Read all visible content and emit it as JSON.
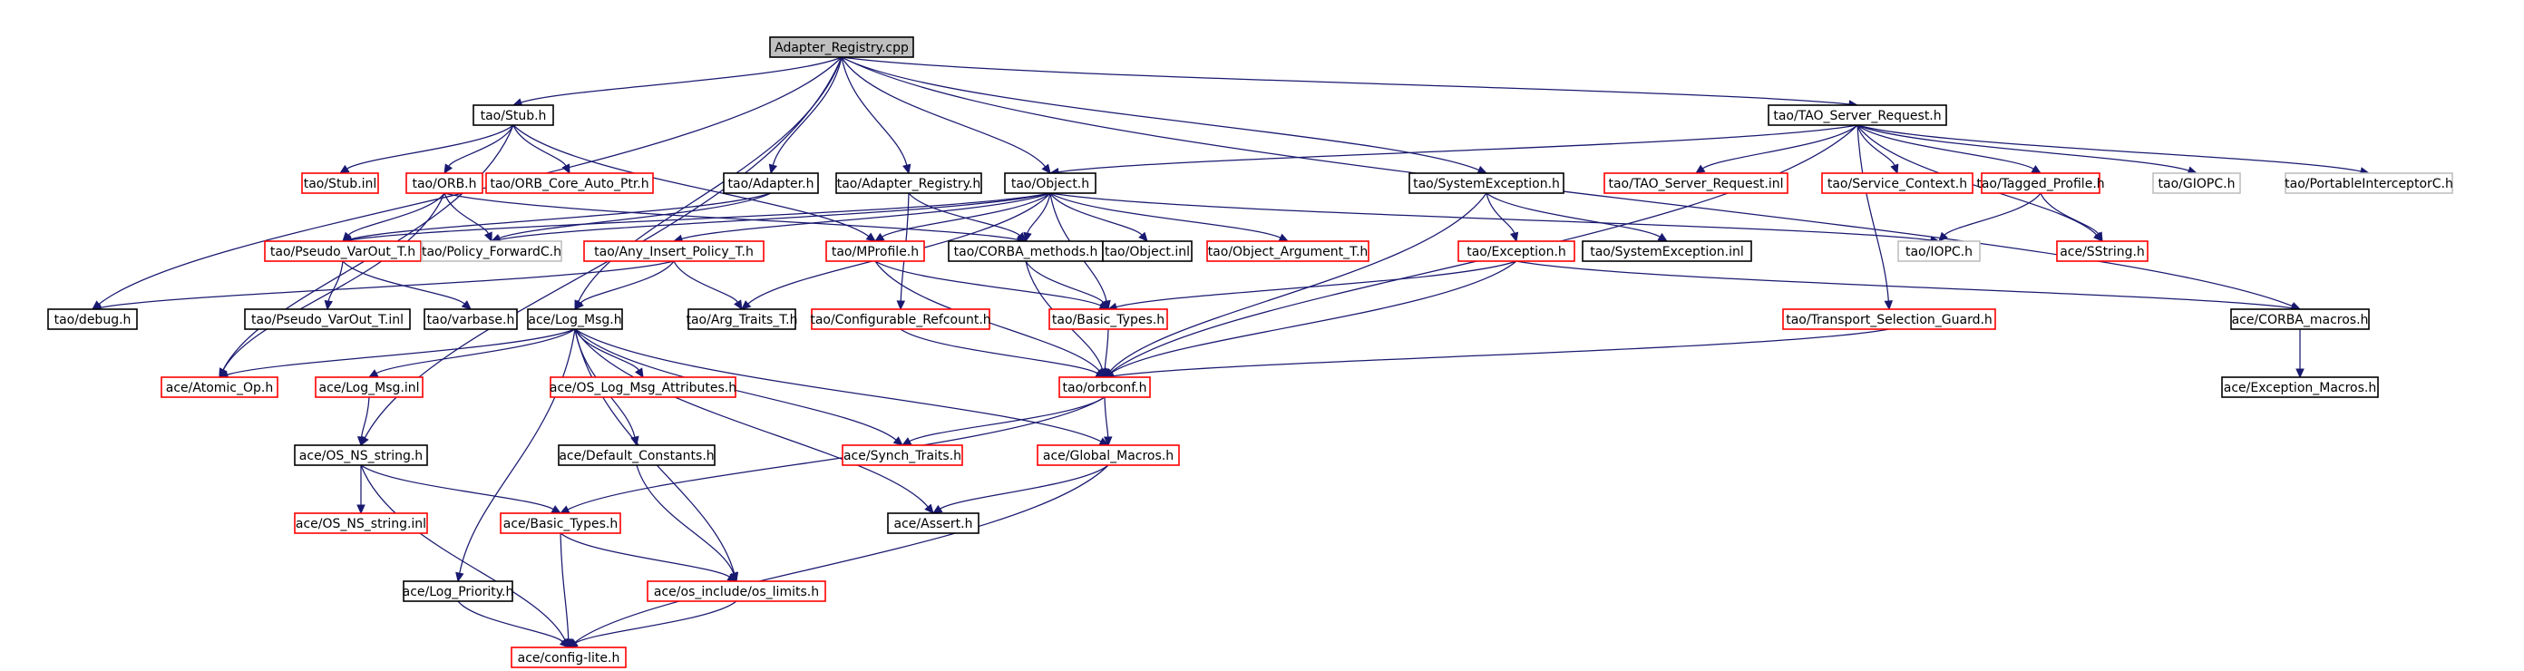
{
  "graph": {
    "colors": {
      "root_fill": "#bfbfbf",
      "black_border": "#000000",
      "red_border": "#ff0000",
      "gray_border": "#bfbfbf",
      "edge": "#191970"
    },
    "nodes": [
      {
        "id": "root",
        "label": "Adapter_Registry.cpp",
        "style": "root"
      },
      {
        "id": "stub",
        "label": "tao/Stub.h",
        "style": "black"
      },
      {
        "id": "tsr",
        "label": "tao/TAO_Server_Request.h",
        "style": "black"
      },
      {
        "id": "stubinl",
        "label": "tao/Stub.inl",
        "style": "red"
      },
      {
        "id": "orb",
        "label": "tao/ORB.h",
        "style": "red"
      },
      {
        "id": "orbcore",
        "label": "tao/ORB_Core_Auto_Ptr.h",
        "style": "red"
      },
      {
        "id": "adapter",
        "label": "tao/Adapter.h",
        "style": "black"
      },
      {
        "id": "adreg",
        "label": "tao/Adapter_Registry.h",
        "style": "black"
      },
      {
        "id": "object",
        "label": "tao/Object.h",
        "style": "black"
      },
      {
        "id": "sysexc",
        "label": "tao/SystemException.h",
        "style": "black"
      },
      {
        "id": "tsrinl",
        "label": "tao/TAO_Server_Request.inl",
        "style": "red"
      },
      {
        "id": "svcctx",
        "label": "tao/Service_Context.h",
        "style": "red"
      },
      {
        "id": "tagprof",
        "label": "tao/Tagged_Profile.h",
        "style": "red"
      },
      {
        "id": "giopc",
        "label": "tao/GIOPC.h",
        "style": "gray"
      },
      {
        "id": "pic",
        "label": "tao/PortableInterceptorC.h",
        "style": "gray"
      },
      {
        "id": "pvarout",
        "label": "tao/Pseudo_VarOut_T.h",
        "style": "red"
      },
      {
        "id": "polfwd",
        "label": "tao/Policy_ForwardC.h",
        "style": "gray"
      },
      {
        "id": "anyins",
        "label": "tao/Any_Insert_Policy_T.h",
        "style": "red"
      },
      {
        "id": "mprofile",
        "label": "tao/MProfile.h",
        "style": "red"
      },
      {
        "id": "corbameth",
        "label": "tao/CORBA_methods.h",
        "style": "black"
      },
      {
        "id": "objinl",
        "label": "tao/Object.inl",
        "style": "black"
      },
      {
        "id": "objarg",
        "label": "tao/Object_Argument_T.h",
        "style": "red"
      },
      {
        "id": "exception",
        "label": "tao/Exception.h",
        "style": "red"
      },
      {
        "id": "sysexcinl",
        "label": "tao/SystemException.inl",
        "style": "black"
      },
      {
        "id": "iopc",
        "label": "tao/IOPC.h",
        "style": "gray"
      },
      {
        "id": "sstring",
        "label": "ace/SString.h",
        "style": "red"
      },
      {
        "id": "debug",
        "label": "tao/debug.h",
        "style": "black"
      },
      {
        "id": "pvaroutinl",
        "label": "tao/Pseudo_VarOut_T.inl",
        "style": "black"
      },
      {
        "id": "varbase",
        "label": "tao/varbase.h",
        "style": "black"
      },
      {
        "id": "logmsg",
        "label": "ace/Log_Msg.h",
        "style": "black"
      },
      {
        "id": "argtraits",
        "label": "tao/Arg_Traits_T.h",
        "style": "black"
      },
      {
        "id": "confref",
        "label": "tao/Configurable_Refcount.h",
        "style": "red"
      },
      {
        "id": "basictypes_tao",
        "label": "tao/Basic_Types.h",
        "style": "red"
      },
      {
        "id": "transsel",
        "label": "tao/Transport_Selection_Guard.h",
        "style": "red"
      },
      {
        "id": "corbamacros",
        "label": "ace/CORBA_macros.h",
        "style": "black"
      },
      {
        "id": "atomic",
        "label": "ace/Atomic_Op.h",
        "style": "red"
      },
      {
        "id": "logmsginl",
        "label": "ace/Log_Msg.inl",
        "style": "red"
      },
      {
        "id": "oslogattr",
        "label": "ace/OS_Log_Msg_Attributes.h",
        "style": "red"
      },
      {
        "id": "orbconf",
        "label": "tao/orbconf.h",
        "style": "red"
      },
      {
        "id": "excmacros",
        "label": "ace/Exception_Macros.h",
        "style": "black"
      },
      {
        "id": "osns",
        "label": "ace/OS_NS_string.h",
        "style": "black"
      },
      {
        "id": "defconst",
        "label": "ace/Default_Constants.h",
        "style": "black"
      },
      {
        "id": "synch",
        "label": "ace/Synch_Traits.h",
        "style": "red"
      },
      {
        "id": "globmac",
        "label": "ace/Global_Macros.h",
        "style": "red"
      },
      {
        "id": "osnsinl",
        "label": "ace/OS_NS_string.inl",
        "style": "red"
      },
      {
        "id": "basictypes_ace",
        "label": "ace/Basic_Types.h",
        "style": "red"
      },
      {
        "id": "assert",
        "label": "ace/Assert.h",
        "style": "black"
      },
      {
        "id": "logprio",
        "label": "ace/Log_Priority.h",
        "style": "black"
      },
      {
        "id": "oslimits",
        "label": "ace/os_include/os_limits.h",
        "style": "red"
      },
      {
        "id": "configlite",
        "label": "ace/config-lite.h",
        "style": "red"
      }
    ],
    "edges": [
      [
        "root",
        "stub"
      ],
      [
        "root",
        "tsr"
      ],
      [
        "root",
        "adapter"
      ],
      [
        "root",
        "adreg"
      ],
      [
        "root",
        "object"
      ],
      [
        "root",
        "sysexc"
      ],
      [
        "root",
        "debug"
      ],
      [
        "root",
        "osns"
      ],
      [
        "root",
        "corbamacros"
      ],
      [
        "root",
        "logmsg"
      ],
      [
        "stub",
        "stubinl"
      ],
      [
        "stub",
        "orb"
      ],
      [
        "stub",
        "orbcore"
      ],
      [
        "stub",
        "mprofile"
      ],
      [
        "stub",
        "atomic"
      ],
      [
        "tsr",
        "object"
      ],
      [
        "tsr",
        "tsrinl"
      ],
      [
        "tsr",
        "svcctx"
      ],
      [
        "tsr",
        "tagprof"
      ],
      [
        "tsr",
        "giopc"
      ],
      [
        "tsr",
        "pic"
      ],
      [
        "tsr",
        "sstring"
      ],
      [
        "tsr",
        "transsel"
      ],
      [
        "tsr",
        "orbconf"
      ],
      [
        "orb",
        "pvarout"
      ],
      [
        "orb",
        "polfwd"
      ],
      [
        "orb",
        "corbameth"
      ],
      [
        "orb",
        "atomic"
      ],
      [
        "adapter",
        "pvarout"
      ],
      [
        "adapter",
        "polfwd"
      ],
      [
        "adreg",
        "corbameth"
      ],
      [
        "adreg",
        "confref"
      ],
      [
        "object",
        "pvarout"
      ],
      [
        "object",
        "polfwd"
      ],
      [
        "object",
        "anyins"
      ],
      [
        "object",
        "mprofile"
      ],
      [
        "object",
        "corbameth"
      ],
      [
        "object",
        "objinl"
      ],
      [
        "object",
        "objarg"
      ],
      [
        "object",
        "iopc"
      ],
      [
        "object",
        "argtraits"
      ],
      [
        "object",
        "basictypes_tao"
      ],
      [
        "sysexc",
        "exception"
      ],
      [
        "sysexc",
        "sysexcinl"
      ],
      [
        "sysexc",
        "orbconf"
      ],
      [
        "tagprof",
        "iopc"
      ],
      [
        "tagprof",
        "sstring"
      ],
      [
        "pvarout",
        "pvaroutinl"
      ],
      [
        "pvarout",
        "varbase"
      ],
      [
        "anyins",
        "logmsg"
      ],
      [
        "anyins",
        "argtraits"
      ],
      [
        "anyins",
        "debug"
      ],
      [
        "mprofile",
        "basictypes_tao"
      ],
      [
        "mprofile",
        "orbconf"
      ],
      [
        "corbameth",
        "basictypes_tao"
      ],
      [
        "corbameth",
        "orbconf"
      ],
      [
        "exception",
        "orbconf"
      ],
      [
        "exception",
        "corbamacros"
      ],
      [
        "exception",
        "basictypes_tao"
      ],
      [
        "logmsg",
        "atomic"
      ],
      [
        "logmsg",
        "logmsginl"
      ],
      [
        "logmsg",
        "oslogattr"
      ],
      [
        "logmsg",
        "defconst"
      ],
      [
        "logmsg",
        "synch"
      ],
      [
        "logmsg",
        "globmac"
      ],
      [
        "logmsg",
        "assert"
      ],
      [
        "logmsg",
        "oslimits"
      ],
      [
        "logmsg",
        "logprio"
      ],
      [
        "basictypes_tao",
        "orbconf"
      ],
      [
        "confref",
        "orbconf"
      ],
      [
        "transsel",
        "orbconf"
      ],
      [
        "corbamacros",
        "excmacros"
      ],
      [
        "logmsginl",
        "osns"
      ],
      [
        "orbconf",
        "synch"
      ],
      [
        "orbconf",
        "globmac"
      ],
      [
        "orbconf",
        "basictypes_ace"
      ],
      [
        "osns",
        "osnsinl"
      ],
      [
        "osns",
        "basictypes_ace"
      ],
      [
        "osns",
        "configlite"
      ],
      [
        "defconst",
        "oslimits"
      ],
      [
        "globmac",
        "assert"
      ],
      [
        "globmac",
        "configlite"
      ],
      [
        "basictypes_ace",
        "oslimits"
      ],
      [
        "basictypes_ace",
        "configlite"
      ],
      [
        "oslimits",
        "configlite"
      ],
      [
        "logprio",
        "configlite"
      ]
    ]
  }
}
